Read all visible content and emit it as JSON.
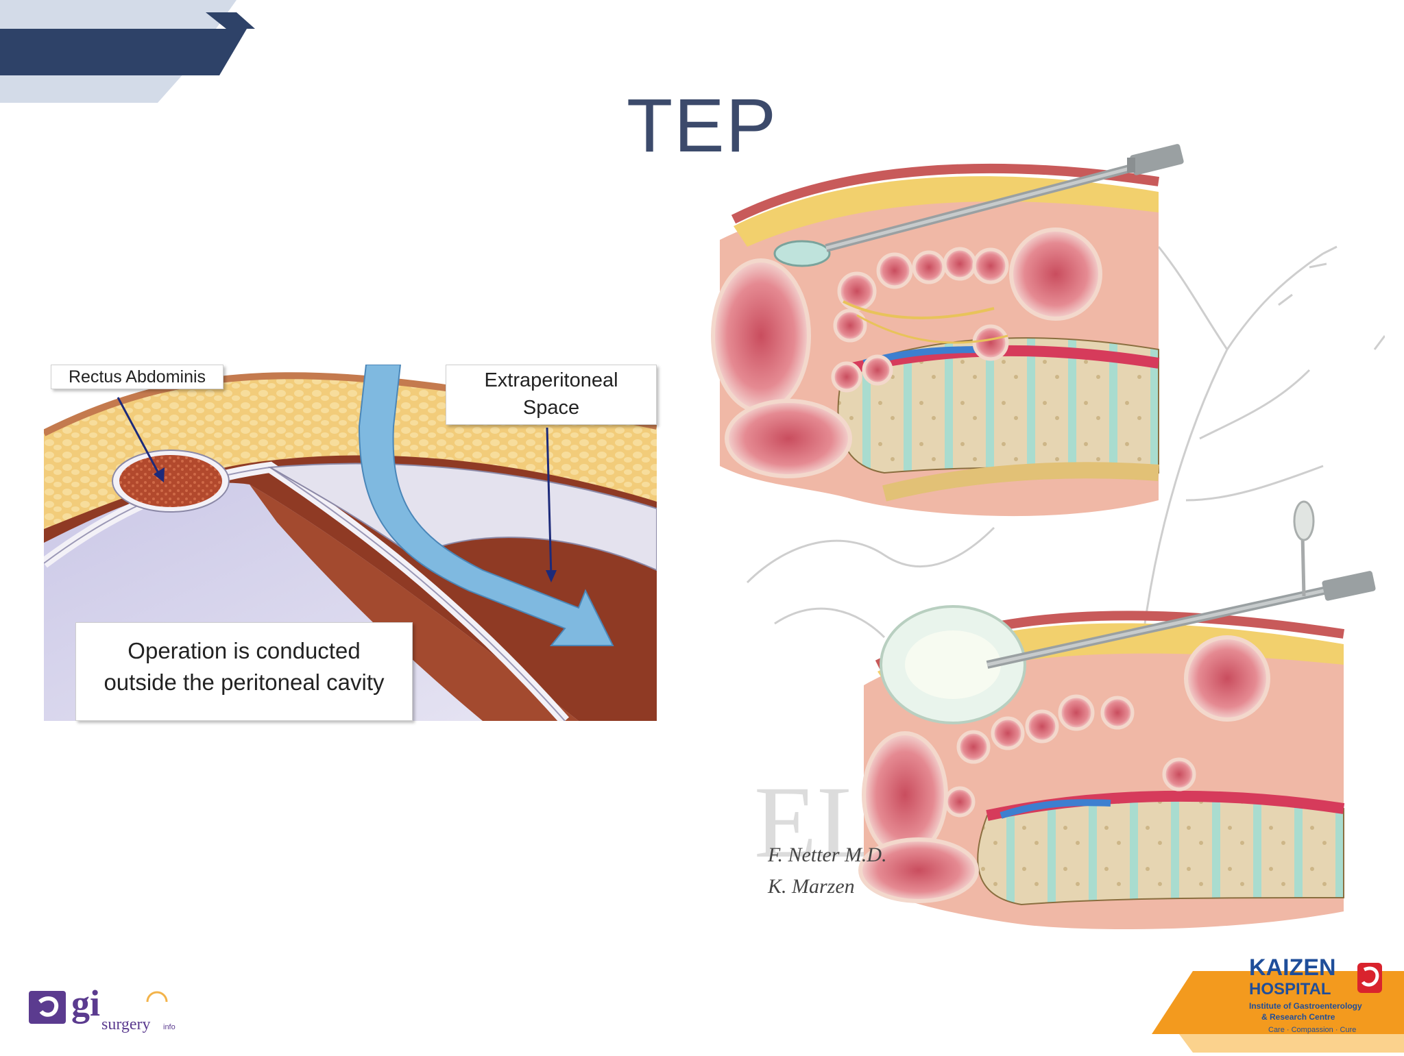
{
  "slide": {
    "title": "TEP"
  },
  "left_figure": {
    "labels": {
      "rectus": "Rectus Abdominis",
      "extra_line1": "Extraperitoneal",
      "extra_line2": "Space",
      "op_line1": "Operation is conducted",
      "op_line2": "outside the peritoneal cavity"
    }
  },
  "right_figure": {
    "signature_line1": "F. Netter M.D.",
    "signature_line2": "K. Marzen",
    "watermark": "ELSEVIER"
  },
  "logos": {
    "gi": {
      "main": "gi",
      "sub": "surgery",
      "suffix": "info"
    },
    "kaizen": {
      "line1": "KAIZEN",
      "line2": "HOSPITAL",
      "line3": "Institute of Gastroenterology",
      "line4": "& Research Centre",
      "tagline": "Care · Compassion · Cure"
    }
  },
  "colors": {
    "navy": "#2e4268",
    "light_banner": "#d3dbe8",
    "title": "#3c4a6b",
    "kaizen_orange": "#f39a1e",
    "kaizen_blue": "#1f4e9a",
    "kaizen_red": "#d9232d"
  }
}
